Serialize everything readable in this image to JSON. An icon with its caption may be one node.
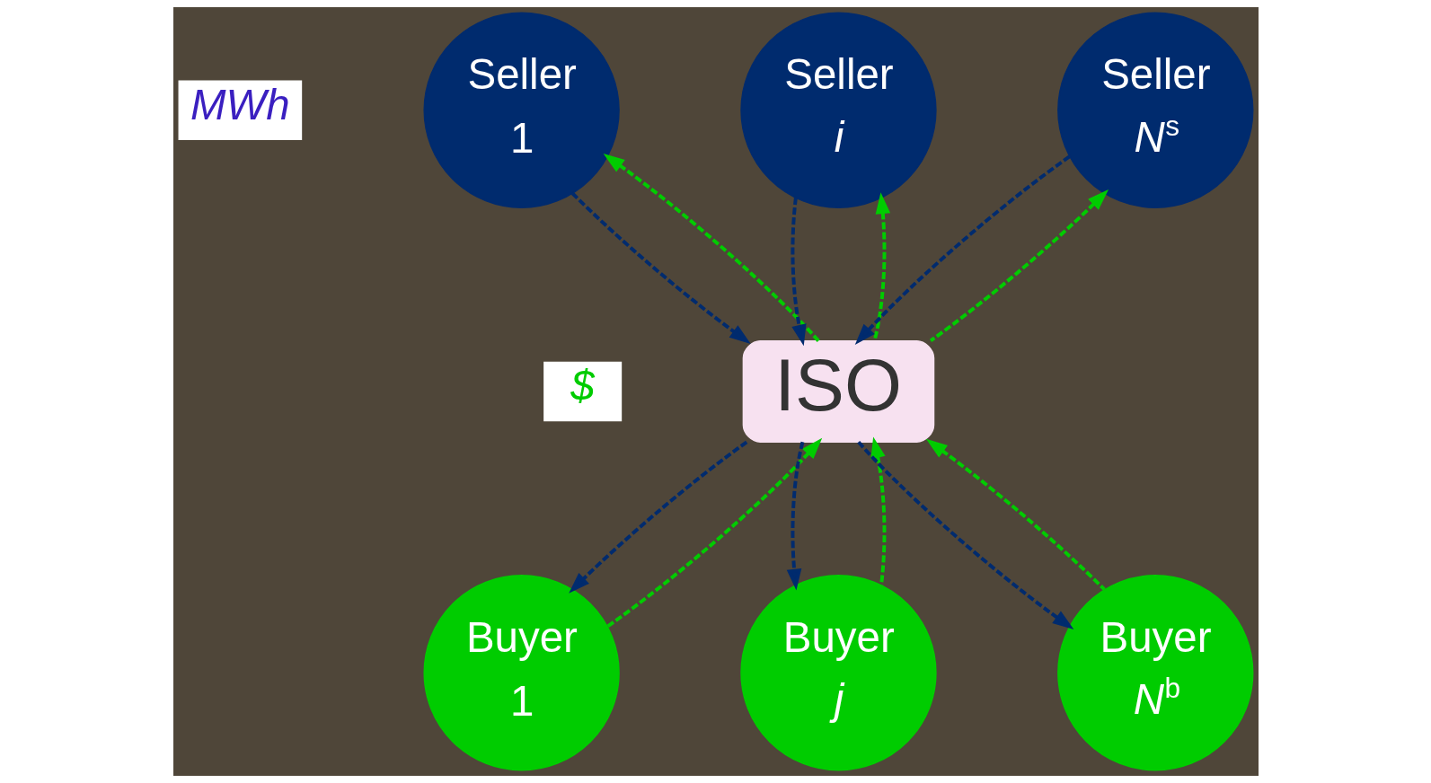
{
  "diagram": {
    "nodes": [
      {
        "text": [
          "Seller 1"
        ]
      },
      {
        "text": [
          "Seller *i*"
        ]
      },
      {
        "text": [
          "Seller *N*$^{s}$"
        ]
      },
      {
        "text": [
          "ISO"
        ]
      },
      {
        "text": [
          "Buyer 1"
        ]
      },
      {
        "text": [
          "Buyer *j*"
        ]
      },
      {
        "text": [
          "Buyer *N*$^{b}$"
        ]
      }
    ],
    "edges": [
      {
        "from": 0,
        "to": 3,
        "arrow": "to",
        "style": "dashed",
        "color": "#002b6e"
      },
      {
        "from": 3,
        "to": 0,
        "arrow": "to",
        "style": "dashed",
        "color": "#00cc00"
      },
      {
        "from": 1,
        "to": 3,
        "arrow": "to",
        "style": "dashed",
        "color": "#002b6e"
      },
      {
        "from": 3,
        "to": 1,
        "arrow": "to",
        "style": "dashed",
        "color": "#00cc00"
      },
      {
        "from": 2,
        "to": 3,
        "arrow": "to",
        "style": "dashed",
        "color": "#002b6e"
      },
      {
        "from": 3,
        "to": 2,
        "arrow": "to",
        "style": "dashed",
        "color": "#00cc00"
      },
      {
        "from": 3,
        "to": 4,
        "arrow": "to",
        "style": "dashed",
        "color": "#002b6e"
      },
      {
        "from": 4,
        "to": 3,
        "arrow": "to",
        "style": "dashed",
        "color": "#00cc00"
      },
      {
        "from": 3,
        "to": 5,
        "arrow": "to",
        "style": "dashed",
        "color": "#002b6e"
      },
      {
        "from": 5,
        "to": 3,
        "arrow": "to",
        "style": "dashed",
        "color": "#00cc00"
      },
      {
        "from": 3,
        "to": 6,
        "arrow": "to",
        "style": "dashed",
        "color": "#002b6e"
      },
      {
        "from": 6,
        "to": 3,
        "arrow": "to",
        "style": "dashed",
        "color": "#00cc00"
      }
    ],
    "legend": [
      {
        "text": "MWh"
      },
      {
        "text": "$"
      }
    ]
  }
}
